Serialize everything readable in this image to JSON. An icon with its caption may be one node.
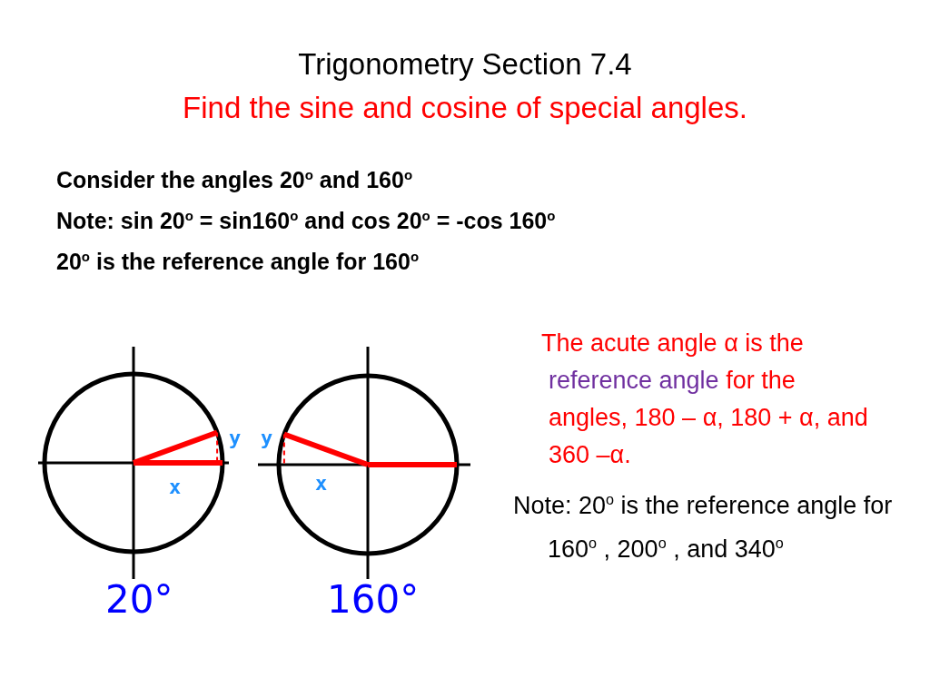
{
  "diagram": {
    "title": "Trigonometry  Section 7.4",
    "labels": [
      "Find the sine and cosine of special angles.",
      "Consider the angles 20$^{o}$ and 160$^{o}$",
      "Note: sin 20$^{o}$ = sin160$^{o}$  and cos 20$^{o}$ = -cos 160$^{o}$",
      "20$^{o}$ is the reference angle for 160$^{o}$",
      "y",
      "x",
      "20°",
      "y",
      "x",
      "160°",
      "The acute angle α is the",
      "reference angle",
      "for the angles, 180 – α, 180 + α, and 360 –α.",
      "Note: 20$^{o}$ is the reference angle for 160$^{o}$ , 200$^{o}$ , and 340$^{o}$"
    ]
  }
}
